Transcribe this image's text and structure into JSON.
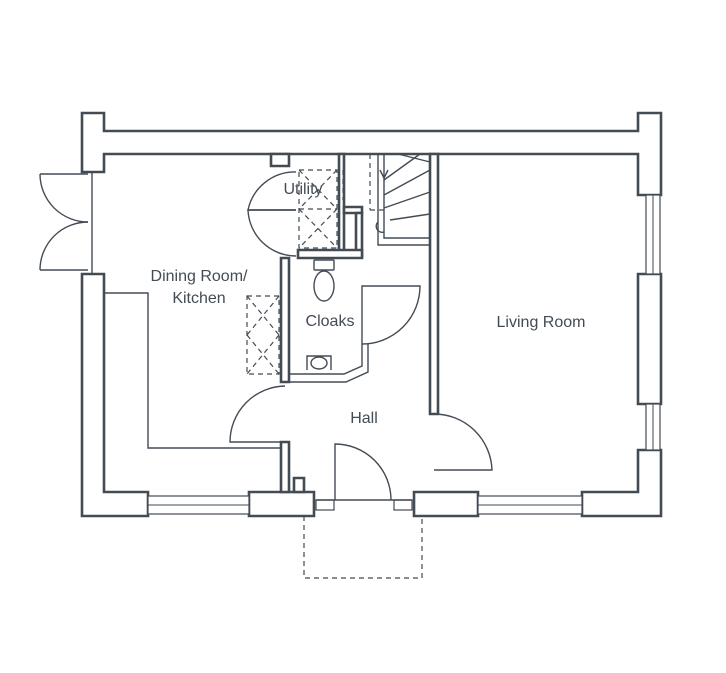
{
  "rooms": {
    "utility": "Utility",
    "dining_line1": "Dining Room/",
    "dining_line2": "Kitchen",
    "cloaks": "Cloaks",
    "living": "Living Room",
    "hall": "Hall"
  },
  "colors": {
    "wall_stroke": "#434b55",
    "background": "#ffffff"
  }
}
